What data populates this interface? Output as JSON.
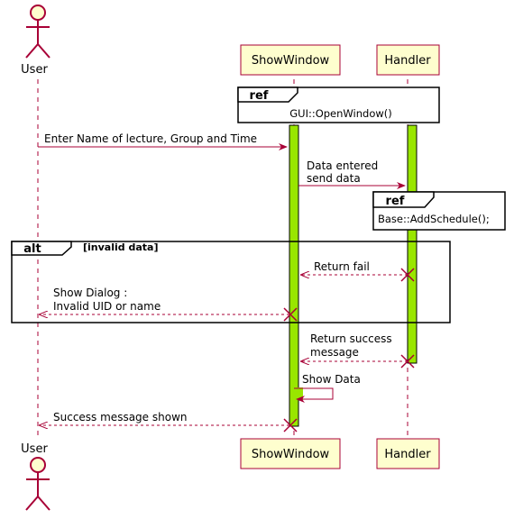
{
  "participants": {
    "user": "User",
    "showwindow": "ShowWindow",
    "handler": "Handler"
  },
  "refs": {
    "open_window": {
      "tag": "ref",
      "text": "GUI::OpenWindow()"
    },
    "add_schedule": {
      "tag": "ref",
      "text": "Base::AddSchedule();"
    }
  },
  "alt": {
    "tag": "alt",
    "guard": "[invalid data]"
  },
  "messages": {
    "enter_data": "Enter Name of lecture, Group and Time",
    "data_entered_1": "Data entered",
    "data_entered_2": "send data",
    "return_fail": "Return fail",
    "show_dialog_1": "Show Dialog :",
    "show_dialog_2": "Invalid UID or name",
    "return_success_1": "Return success",
    "return_success_2": "message",
    "show_data": "Show Data",
    "success_shown": "Success message shown"
  },
  "colors": {
    "lifeline": "#A80036",
    "activation_fill": "#99E600",
    "participant_fill": "#FEFECE",
    "participant_border": "#A80036",
    "frame_border": "#000000",
    "text": "#000000"
  }
}
